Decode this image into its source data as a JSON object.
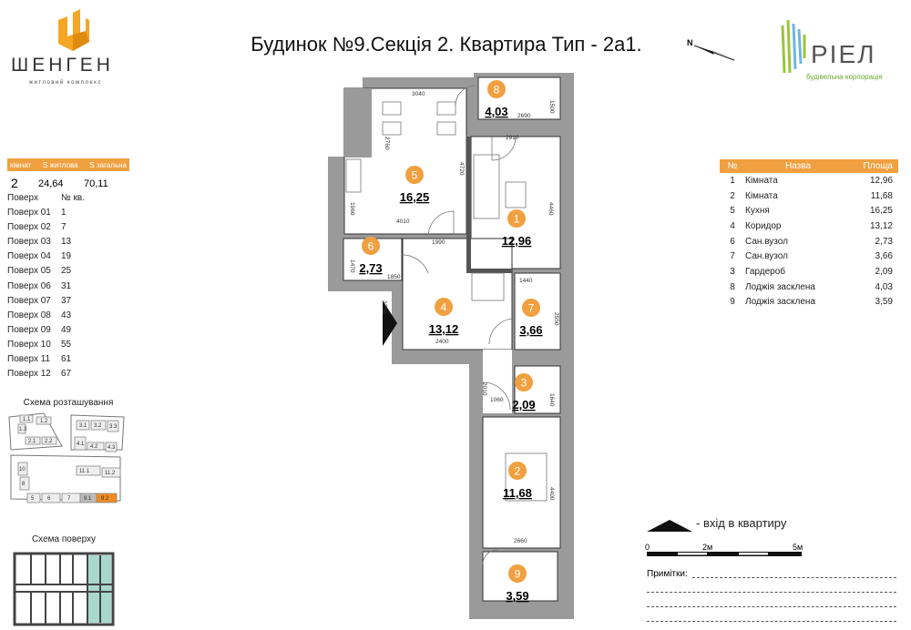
{
  "header": {
    "title": "Будинок №9.Секція 2. Квартира Тип - 2а1.",
    "north_label": "N"
  },
  "logos": {
    "left_name": "ШЕНГЕН",
    "left_sub": "житловий комплекс",
    "right_name": "РІЕЛ",
    "right_sub": "будівельна корпорація"
  },
  "summary": {
    "headers": [
      "кімнат",
      "S житлова",
      "S загальна"
    ],
    "rooms": "2",
    "living_area": "24,64",
    "total_area": "70,11"
  },
  "floors": {
    "headers": [
      "Поверх",
      "№ кв."
    ],
    "rows": [
      [
        "Поверх 01",
        "1"
      ],
      [
        "Поверх 02",
        "7"
      ],
      [
        "Поверх 03",
        "13"
      ],
      [
        "Поверх 04",
        "19"
      ],
      [
        "Поверх 05",
        "25"
      ],
      [
        "Поверх 06",
        "31"
      ],
      [
        "Поверх 07",
        "37"
      ],
      [
        "Поверх 08",
        "43"
      ],
      [
        "Поверх 09",
        "49"
      ],
      [
        "Поверх 10",
        "55"
      ],
      [
        "Поверх 11",
        "61"
      ],
      [
        "Поверх 12",
        "67"
      ]
    ]
  },
  "site_scheme": {
    "title": "Схема розташування",
    "labels": [
      "1.1",
      "1.2",
      "1.3",
      "2.1",
      "2.2",
      "3.1",
      "3.2",
      "3.3",
      "4.1",
      "4.2",
      "4.3",
      "10",
      "8",
      "11.1",
      "11.2",
      "5",
      "6",
      "7",
      "9.1",
      "9.2"
    ]
  },
  "floor_scheme": {
    "title": "Схема поверху"
  },
  "rooms_table": {
    "headers": [
      "№",
      "Назва",
      "Площа"
    ],
    "rows": [
      [
        "1",
        "Кімната",
        "12,96"
      ],
      [
        "2",
        "Кімната",
        "11,68"
      ],
      [
        "5",
        "Кухня",
        "16,25"
      ],
      [
        "4",
        "Коридор",
        "13,12"
      ],
      [
        "6",
        "Сан.вузол",
        "2,73"
      ],
      [
        "7",
        "Сан.вузол",
        "3,66"
      ],
      [
        "3",
        "Гардероб",
        "2,09"
      ],
      [
        "8",
        "Лоджія засклена",
        "4,03"
      ],
      [
        "9",
        "Лоджія засклена",
        "3,59"
      ]
    ]
  },
  "plan": {
    "rooms": [
      {
        "n": "8",
        "area": "4,03"
      },
      {
        "n": "5",
        "area": "16,25"
      },
      {
        "n": "1",
        "area": "12,96"
      },
      {
        "n": "6",
        "area": "2,73"
      },
      {
        "n": "4",
        "area": "13,12"
      },
      {
        "n": "7",
        "area": "3,66"
      },
      {
        "n": "3",
        "area": "2,09"
      },
      {
        "n": "2",
        "area": "11,68"
      },
      {
        "n": "9",
        "area": "3,59"
      }
    ],
    "dims": [
      "3040",
      "2690",
      "1500",
      "2910",
      "2760",
      "4720",
      "4460",
      "1960",
      "4010",
      "1990",
      "1470",
      "1850",
      "3780",
      "1440",
      "2550",
      "2400",
      "2010",
      "1060",
      "1640",
      "4400",
      "2660"
    ]
  },
  "legend": {
    "entry": "- вхід в квартиру",
    "scale": [
      "0",
      "2м",
      "5м"
    ],
    "notes": "Примітки:"
  },
  "colors": {
    "accent": "#f0a040",
    "wall": "#9a9a9a",
    "scheme_highlight": "#f08a20",
    "floor_highlight": "#a8d8cc"
  }
}
